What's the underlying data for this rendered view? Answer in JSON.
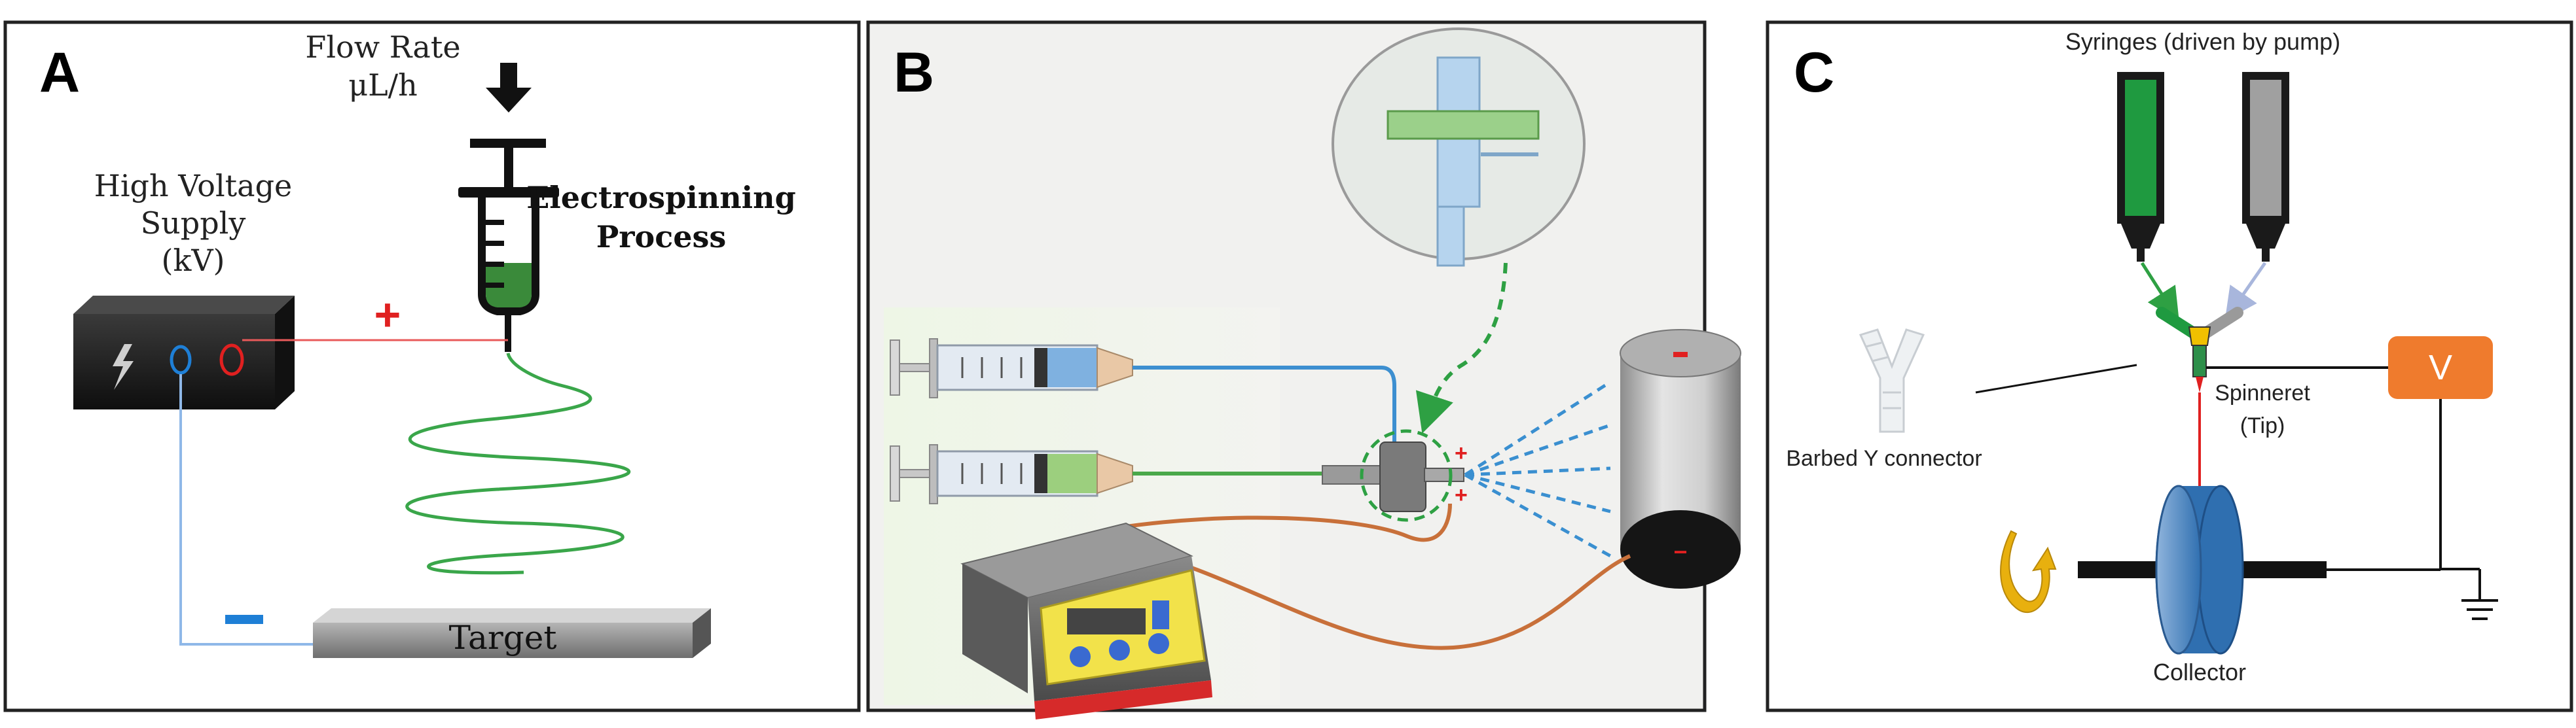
{
  "panels": {
    "a": {
      "letter": "A",
      "flow_rate_label": "Flow Rate",
      "flow_rate_unit": "μL/h",
      "hv_line1": "High Voltage",
      "hv_line2": "Supply",
      "hv_line3": "(kV)",
      "process_line1": "Electrospinning",
      "process_line2": "Process",
      "plus_sign": "+",
      "minus_sign": "−",
      "target_label": "Target"
    },
    "b": {
      "letter": "B",
      "plus_sign": "+",
      "minus_sign": "−"
    },
    "c": {
      "letter": "C",
      "syringes_label": "Syringes (driven by pump)",
      "y_connector_label": "Barbed Y connector",
      "spinneret_line1": "Spinneret",
      "spinneret_line2": "(Tip)",
      "voltage_label": "V",
      "collector_label": "Collector"
    }
  },
  "colors": {
    "border": "#222222",
    "positive_red": "#e02020",
    "negative_blue": "#1e7fd6",
    "polymer_green": "#3aa64a",
    "syringe_dark_green": "#1f8f3a",
    "syringe_gray": "#9a9a9a",
    "voltage_orange": "#ef7b2d",
    "collector_blue": "#3a78b8",
    "rotation_gold": "#e8b00e",
    "wire_orange": "#c8703a",
    "spray_blue": "#3a8fd0"
  }
}
